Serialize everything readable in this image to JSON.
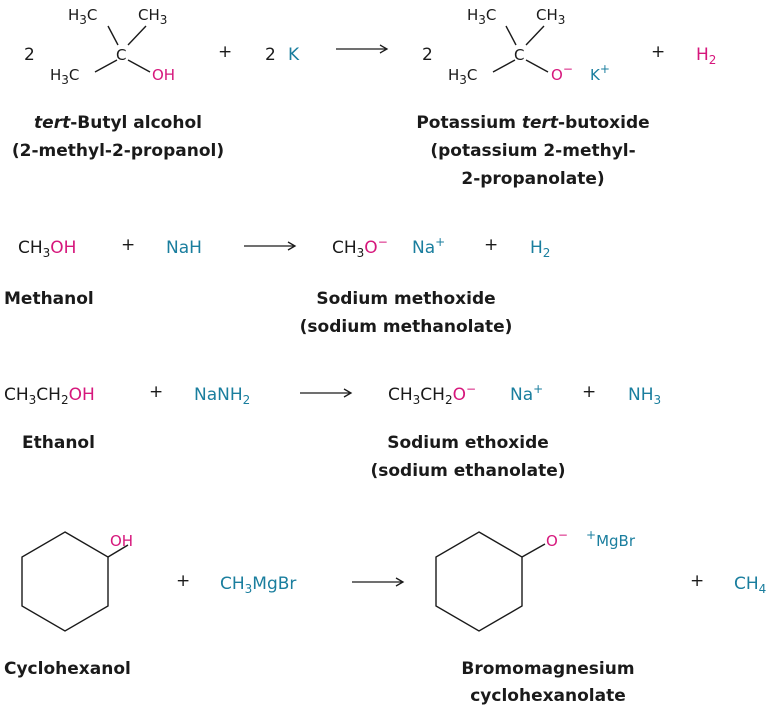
{
  "colors": {
    "oxygen": "#d6177c",
    "reagent": "#1a7e9e",
    "text": "#1a1a1a"
  },
  "reactions": [
    {
      "coef_left": "2",
      "reactant": {
        "ch3_a": "CH",
        "ch3_b": "CH",
        "ch3_c": "CH",
        "three": "3",
        "h3": "H",
        "carbon": "C",
        "oh": "OH"
      },
      "reagent_coef": "2",
      "reagent": "K",
      "coef_right": "2",
      "product": {
        "o": "O",
        "minus": "−",
        "cation": "K",
        "plus": "+"
      },
      "byproduct": {
        "main": "H",
        "sub": "2"
      },
      "plus_sign": "+",
      "name_reactant": {
        "italic": "tert",
        "rest": "-Butyl alcohol",
        "line2": "(2-methyl-2-propanol)"
      },
      "name_product": {
        "line1a": "Potassium ",
        "italic": "tert",
        "line1b": "-butoxide",
        "line2": "(potassium 2-methyl-",
        "line3": "2-propanolate)"
      }
    },
    {
      "reactant": {
        "a": "CH",
        "sub": "3",
        "oh": "OH"
      },
      "reagent": "NaH",
      "product": {
        "a": "CH",
        "sub": "3",
        "o": "O",
        "minus": "−",
        "cation": "Na",
        "plus": "+"
      },
      "byproduct": {
        "main": "H",
        "sub": "2"
      },
      "plus_sign": "+",
      "name_reactant": "Methanol",
      "name_product": {
        "line1": "Sodium methoxide",
        "line2": "(sodium methanolate)"
      }
    },
    {
      "reactant": {
        "a": "CH",
        "sub1": "3",
        "b": "CH",
        "sub2": "2",
        "oh": "OH"
      },
      "reagent": {
        "main": "NaNH",
        "sub": "2"
      },
      "product": {
        "a": "CH",
        "sub1": "3",
        "b": "CH",
        "sub2": "2",
        "o": "O",
        "minus": "−",
        "cation": "Na",
        "plus": "+"
      },
      "byproduct": {
        "main": "NH",
        "sub": "3"
      },
      "plus_sign": "+",
      "name_reactant": "Ethanol",
      "name_product": {
        "line1": "Sodium ethoxide",
        "line2": "(sodium ethanolate)"
      }
    },
    {
      "reactant": {
        "oh": "OH"
      },
      "reagent": {
        "a": "CH",
        "sub": "3",
        "b": "MgBr"
      },
      "product": {
        "o": "O",
        "minus": "−",
        "plus": "+",
        "cation": "MgBr"
      },
      "byproduct": {
        "main": "CH",
        "sub": "4"
      },
      "plus_sign": "+",
      "name_reactant": "Cyclohexanol",
      "name_product": {
        "line1": "Bromomagnesium",
        "line2": "cyclohexanolate"
      }
    }
  ]
}
